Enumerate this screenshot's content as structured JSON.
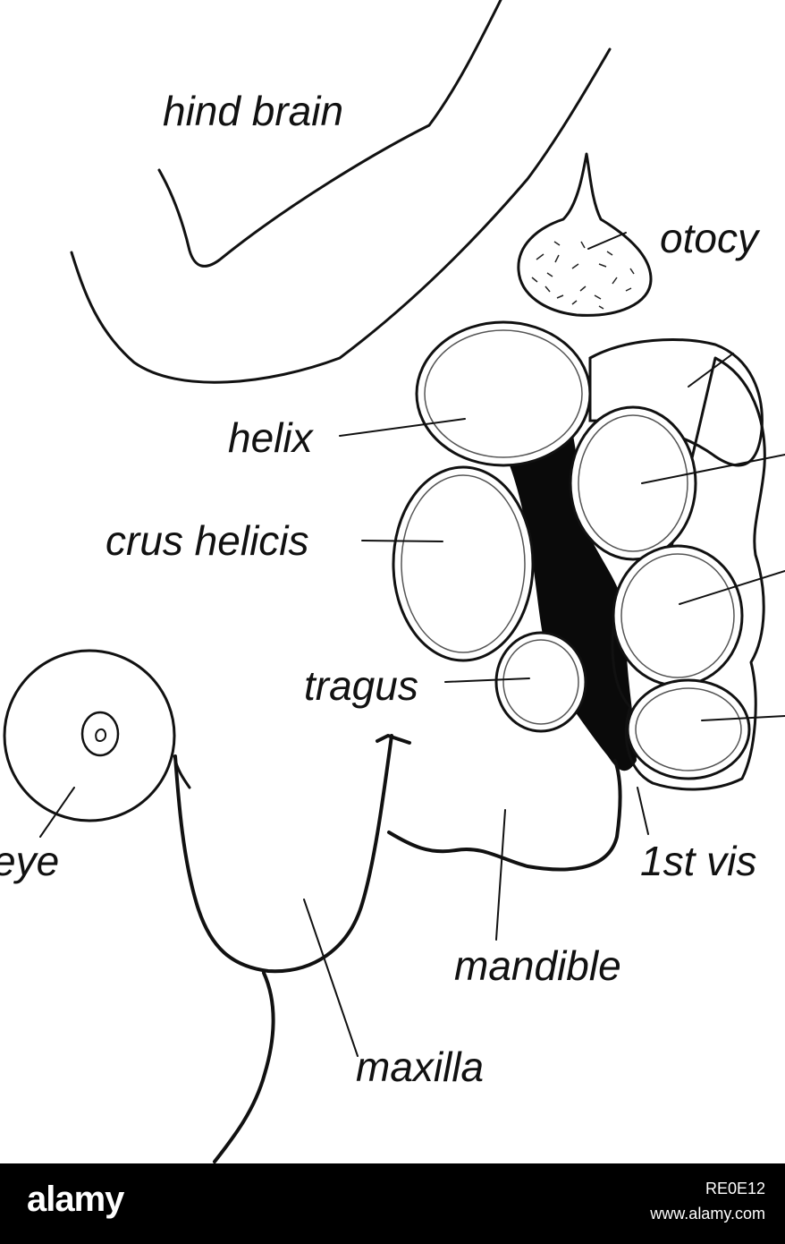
{
  "figure": {
    "labels": {
      "hind_brain": "hind brain",
      "otocyst_partial": "otocy",
      "helix": "helix",
      "crus_helicis": "crus helicis",
      "tragus": "tragus",
      "eye_partial": "eye",
      "first_visceral_partial": "1st vis",
      "mandible": "mandible",
      "maxilla": "maxilla"
    }
  },
  "banner": {
    "logo": "alamy",
    "image_id": "RE0E12",
    "url": "www.alamy.com"
  }
}
